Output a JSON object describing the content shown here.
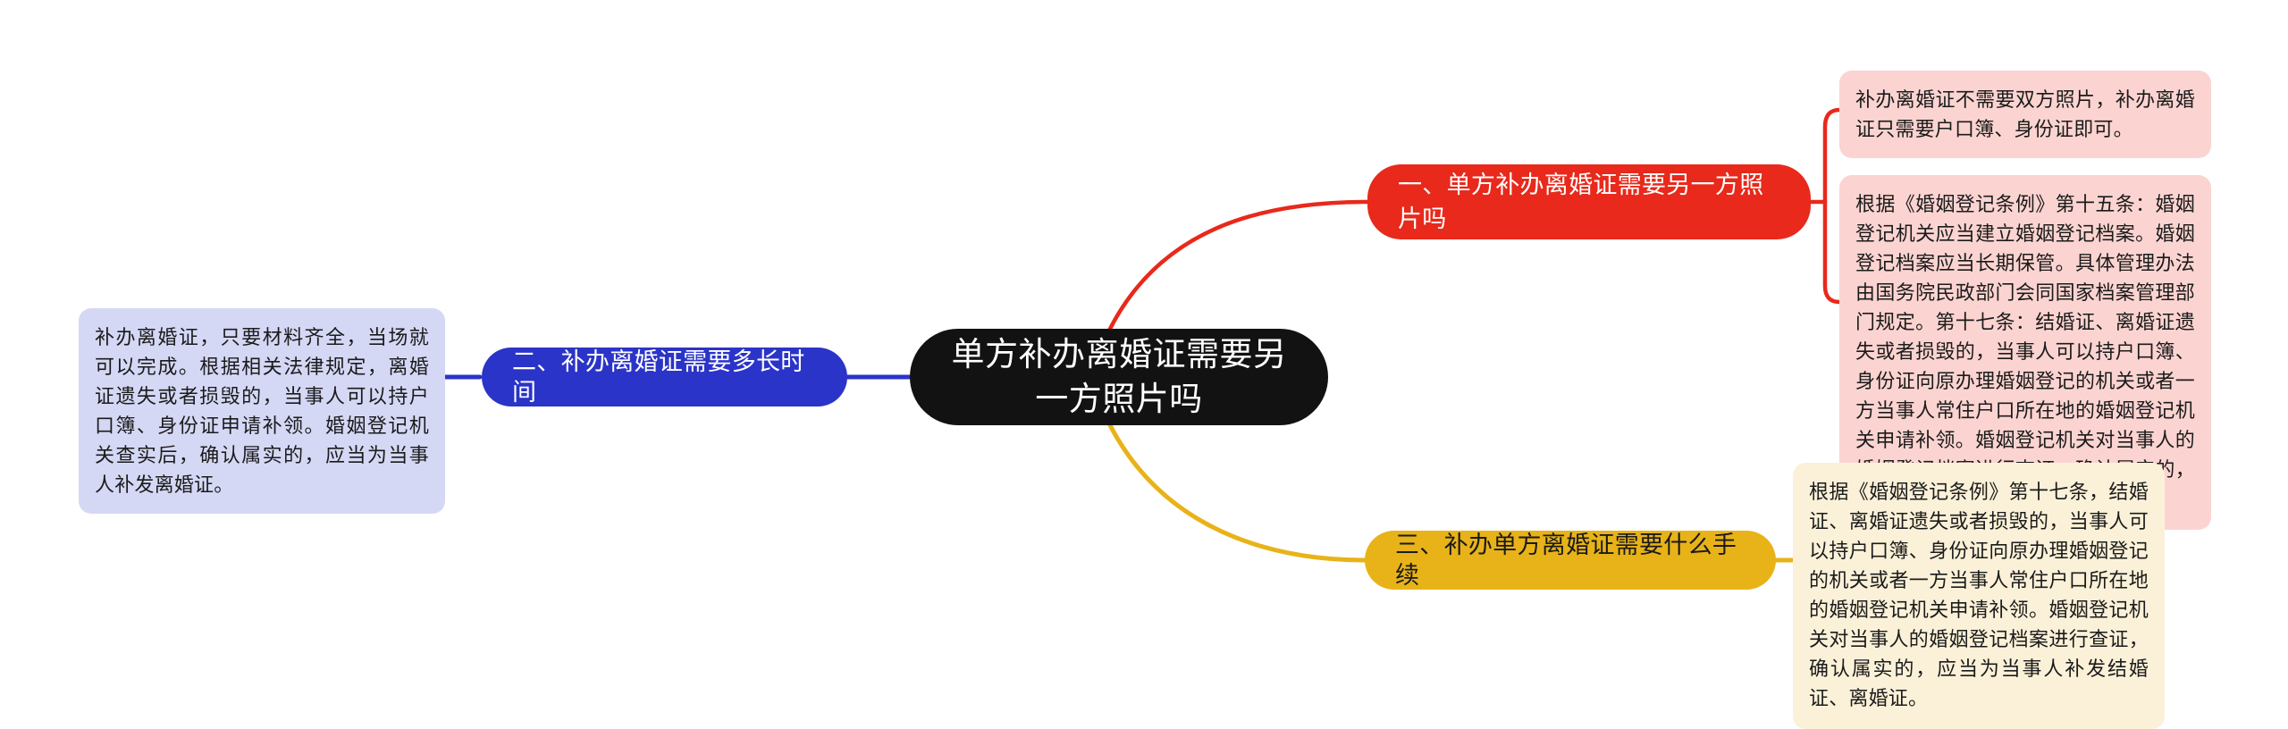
{
  "diagram": {
    "type": "mind-map",
    "background": "#ffffff",
    "root": {
      "label": "单方补办离婚证需要另一方照片吗",
      "color": "#121212",
      "text_color": "#ffffff"
    },
    "branches": [
      {
        "id": "branch-1",
        "label": "一、单方补办离婚证需要另一方照片吗",
        "color": "#e8291b",
        "side": "right",
        "leaves": [
          {
            "id": "leaf-1a",
            "text": "补办离婚证不需要双方照片，补办离婚证只需要户口簿、身份证即可。",
            "color": "#fbd4d1"
          },
          {
            "id": "leaf-1b",
            "text": "根据《婚姻登记条例》第十五条：婚姻登记机关应当建立婚姻登记档案。婚姻登记档案应当长期保管。具体管理办法由国务院民政部门会同国家档案管理部门规定。第十七条：结婚证、离婚证遗失或者损毁的，当事人可以持户口簿、身份证向原办理婚姻登记的机关或者一方当事人常住户口所在地的婚姻登记机关申请补领。婚姻登记机关对当事人的婚姻登记档案进行查证，确认属实的，应当为当事人补发结婚证、离婚证。",
            "color": "#fbd4d1"
          }
        ]
      },
      {
        "id": "branch-2",
        "label": "二、补办离婚证需要多长时间",
        "color": "#2b34c8",
        "side": "left",
        "leaves": [
          {
            "id": "leaf-2a",
            "text": "补办离婚证，只要材料齐全，当场就可以完成。根据相关法律规定，离婚证遗失或者损毁的，当事人可以持户口簿、身份证申请补领。婚姻登记机关查实后，确认属实的，应当为当事人补发离婚证。",
            "color": "#d5d8f5"
          }
        ]
      },
      {
        "id": "branch-3",
        "label": "三、补办单方离婚证需要什么手续",
        "color": "#e8b318",
        "side": "right",
        "leaves": [
          {
            "id": "leaf-3a",
            "text": "根据《婚姻登记条例》第十七条，结婚证、离婚证遗失或者损毁的，当事人可以持户口簿、身份证向原办理婚姻登记的机关或者一方当事人常住户口所在地的婚姻登记机关申请补领。婚姻登记机关对当事人的婚姻登记档案进行查证，确认属实的，应当为当事人补发结婚证、离婚证。",
            "color": "#fbf1d8"
          }
        ]
      }
    ]
  }
}
